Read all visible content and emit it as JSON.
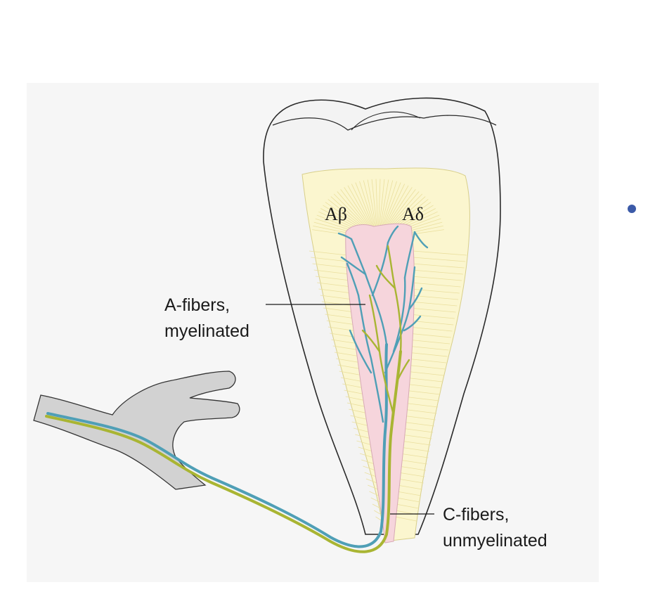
{
  "labels": {
    "a_beta": "Aβ",
    "a_delta": "Aδ",
    "a_fibers_line1": "A-fibers,",
    "a_fibers_line2": "myelinated",
    "c_fibers_line1": "C-fibers,",
    "c_fibers_line2": "unmyelinated"
  },
  "colors": {
    "enamel": "#f2f2f2",
    "dentin": "#fbf6cf",
    "dentin_tubules": "#eadf9e",
    "pulp": "#f6d5dc",
    "a_fiber": "#4f9fb6",
    "c_fiber": "#a9b533",
    "ganglion": "#d2d2d2",
    "bullet": "#3b5aa8"
  }
}
